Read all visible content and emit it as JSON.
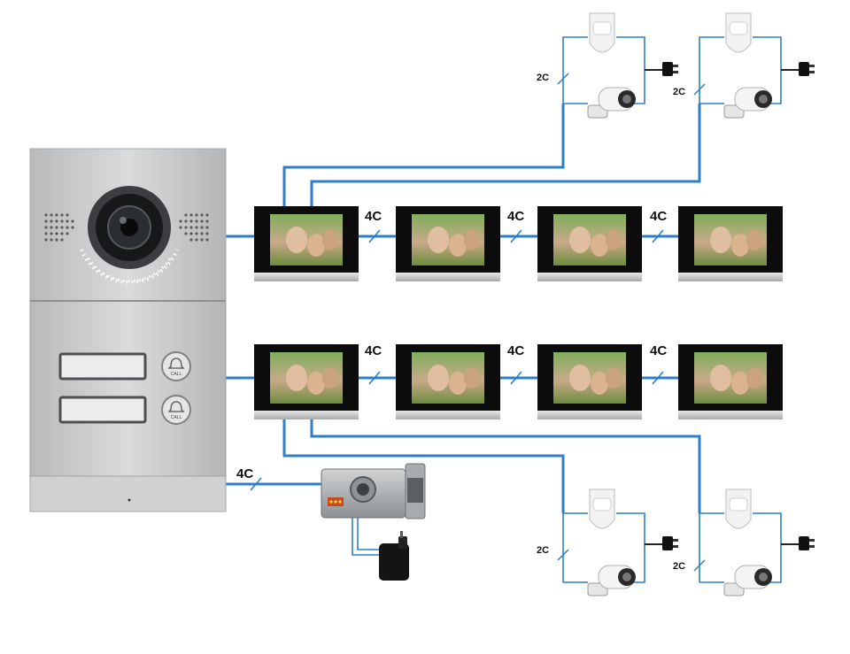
{
  "labels": {
    "four_core": "4C",
    "two_core": "2C"
  },
  "doorbell": {
    "call_button_text": "CALL"
  },
  "colors": {
    "wire": "#2f7fc8",
    "panel_metal": "#c9cbcd",
    "monitor_bezel": "#0c0c0c"
  },
  "icons": {
    "door_station": "outdoor-door-station-icon",
    "monitor": "indoor-monitor-icon",
    "lock": "electric-lock-icon",
    "camera": "cctv-camera-icon",
    "pir": "pir-sensor-icon",
    "adapter": "power-adapter-icon",
    "bell": "bell-icon"
  }
}
